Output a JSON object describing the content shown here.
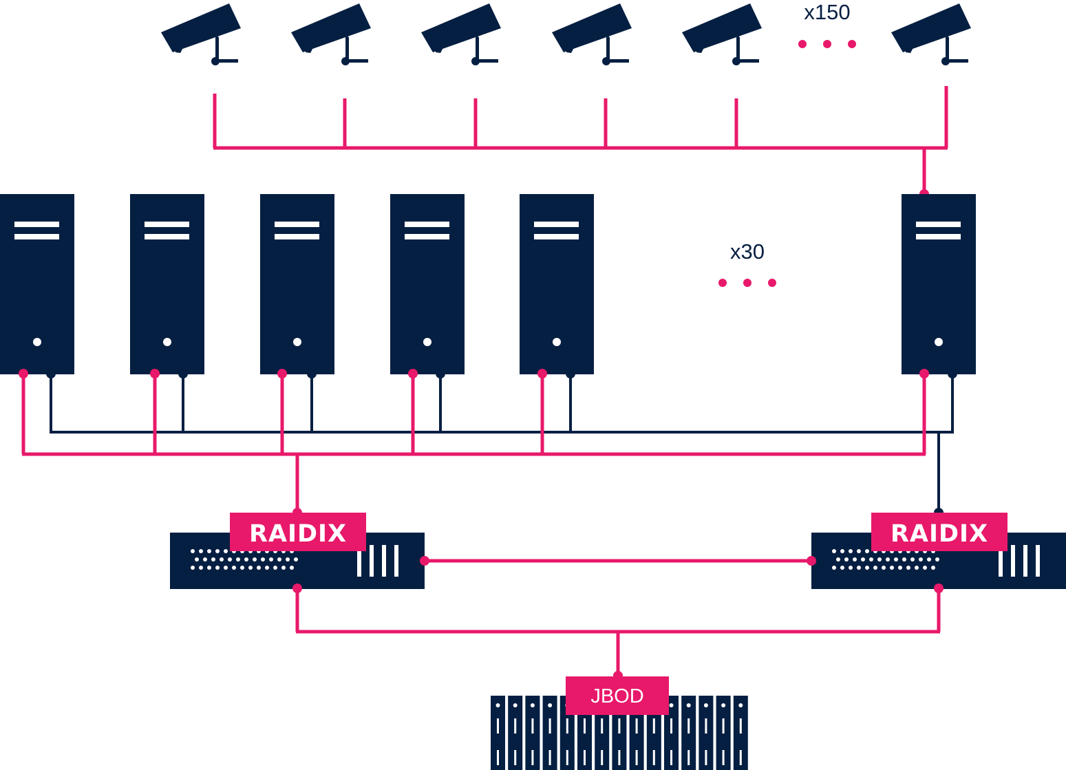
{
  "colors": {
    "navy": "#051f42",
    "pink": "#e8196a",
    "white": "#ffffff"
  },
  "cameras": {
    "icon": "surveillance-camera-icon",
    "count_label": "x150"
  },
  "servers": {
    "icon": "tower-server-icon",
    "count_label": "x30"
  },
  "storage_controllers": [
    {
      "brand": "RAIDIX"
    },
    {
      "brand": "RAIDIX"
    }
  ],
  "jbod": {
    "label": "JBOD"
  }
}
